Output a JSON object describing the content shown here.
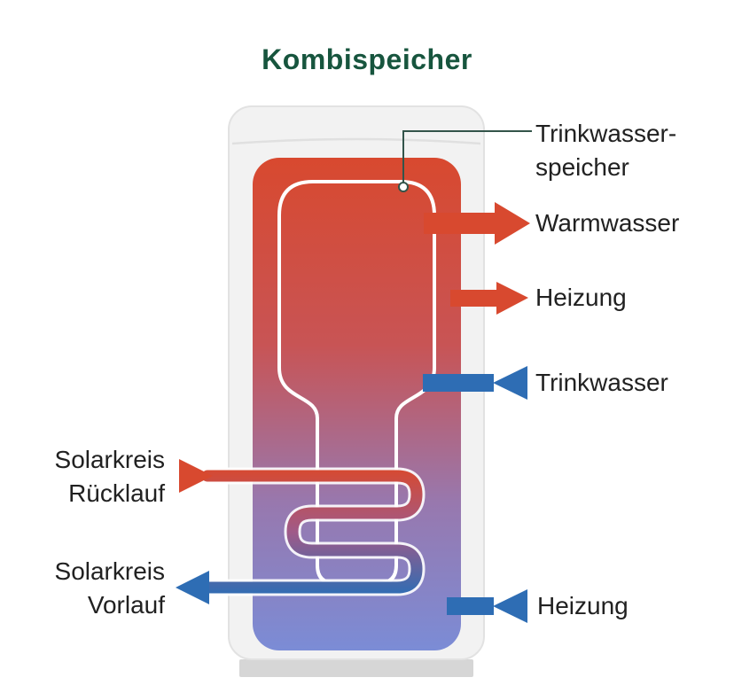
{
  "title": "Kombispeicher",
  "callouts": {
    "inner_tank": {
      "line1": "Trinkwasser-",
      "line2": "speicher"
    },
    "warm_water": "Warmwasser",
    "heating_supply": "Heizung",
    "drinking_water": "Trinkwasser",
    "solar_return": {
      "line1": "Solarkreis",
      "line2": "Rücklauf"
    },
    "solar_flow": {
      "line1": "Solarkreis",
      "line2": "Vorlauf"
    },
    "heating_return": "Heizung"
  },
  "colors": {
    "hot": "#D8492F",
    "cold": "#2E6DB4",
    "title_green": "#17553E",
    "label_text": "#212121",
    "tank_shell": "#F2F2F2",
    "tank_shell_border": "#E2E2E2",
    "tank_base": "#D6D6D6",
    "gradient_top": "#D8492F",
    "gradient_mid1": "#C85455",
    "gradient_mid2": "#9878AE",
    "gradient_bottom": "#7B8CD6",
    "coil_mid": "#A05A88",
    "leader_line": "#33544A",
    "inner_outline": "#FFFFFF"
  }
}
